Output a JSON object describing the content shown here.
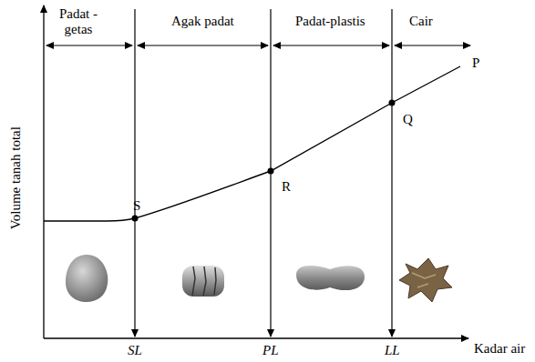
{
  "diagram": {
    "labels": [
      "Padat - getas",
      "Agak padat",
      "Padat-plastis",
      "Cair",
      "Volume tanah total",
      "Kadar air",
      "SL",
      "PL",
      "LL",
      "S",
      "R",
      "Q",
      "P"
    ]
  }
}
